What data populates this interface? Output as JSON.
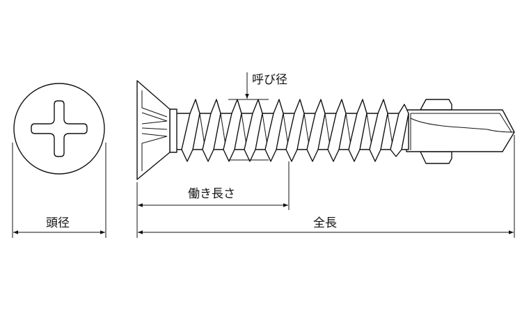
{
  "labels": {
    "head_diameter": "頭径",
    "nominal_diameter": "呼び径",
    "working_length": "働き長さ",
    "total_length": "全長"
  },
  "colors": {
    "line": "#111111",
    "background": "#ffffff"
  }
}
